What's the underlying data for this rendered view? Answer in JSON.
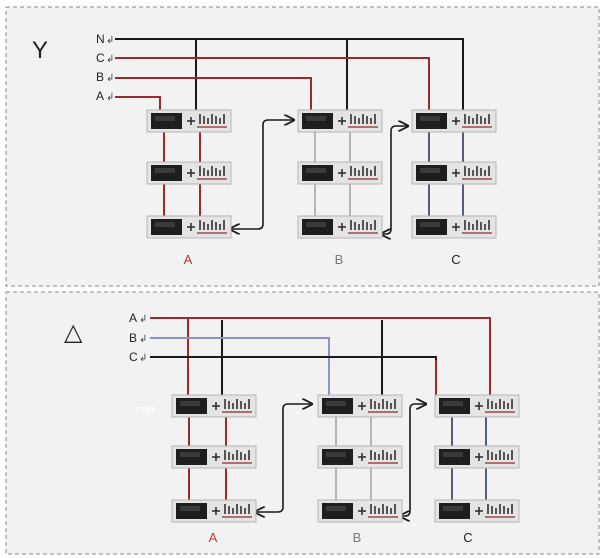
{
  "colors": {
    "panel_bg": "#f2f2f2",
    "border": "#8a8a8a",
    "wire_black": "#1a1a1a",
    "wire_red": "#9b2a2a",
    "wire_gray": "#9a9a9a",
    "wire_blue": "#8a93c4",
    "label_red": "#c0392b",
    "label_gray": "#7a7a7a",
    "label_black": "#222222"
  },
  "wye": {
    "symbol": "Y",
    "input_labels": [
      "N",
      "C",
      "B",
      "A"
    ],
    "group_labels": [
      "A",
      "B",
      "C"
    ]
  },
  "delta": {
    "symbol": "△",
    "input_labels": [
      "A",
      "B",
      "C"
    ],
    "group_labels": [
      "A",
      "B",
      "C"
    ],
    "watermark": "IT861"
  }
}
